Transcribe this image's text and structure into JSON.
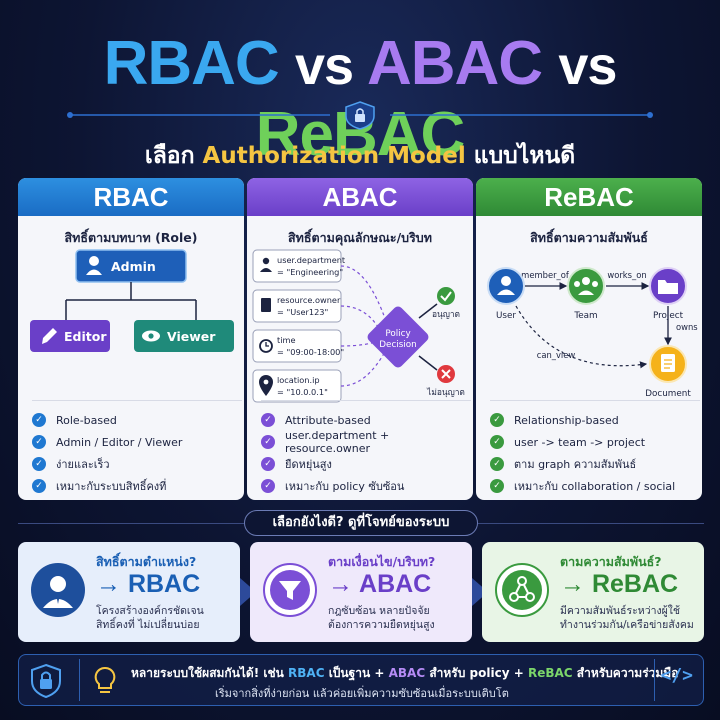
{
  "title": {
    "rbac": "RBAC",
    "vs1": "vs",
    "abac": "ABAC",
    "vs2": "vs",
    "rebac": "ReBAC"
  },
  "subtitle": {
    "pre": "เลือก",
    "highlight": "Authorization Model",
    "post": "แบบไหนดี"
  },
  "rbac": {
    "header": "RBAC",
    "desc": "สิทธิ์ตามบทบาท (Role)",
    "nodes": {
      "admin": "Admin",
      "editor": "Editor",
      "viewer": "Viewer"
    },
    "points": [
      "Role-based",
      "Admin / Editor / Viewer",
      "ง่ายและเร็ว",
      "เหมาะกับระบบสิทธิ์คงที่"
    ]
  },
  "abac": {
    "header": "ABAC",
    "desc": "สิทธิ์ตามคุณลักษณะ/บริบท",
    "attrs": [
      {
        "k": "user.department",
        "v": "= \"Engineering\""
      },
      {
        "k": "resource.owner",
        "v": "= \"User123\""
      },
      {
        "k": "time",
        "v": "= \"09:00-18:00\""
      },
      {
        "k": "location.ip",
        "v": "= \"10.0.0.1\""
      }
    ],
    "policy": [
      "Policy",
      "Decision"
    ],
    "allow": "อนุญาต",
    "deny": "ไม่อนุญาต",
    "points": [
      "Attribute-based",
      "user.department + resource.owner",
      "ยืดหยุ่นสูง",
      "เหมาะกับ policy ซับซ้อน"
    ]
  },
  "rebac": {
    "header": "ReBAC",
    "desc": "สิทธิ์ตามความสัมพันธ์",
    "nodes": {
      "user": "User",
      "team": "Team",
      "project": "Project",
      "document": "Document"
    },
    "edges": {
      "member_of": "member_of",
      "works_on": "works_on",
      "owns": "owns",
      "can_view": "can_view"
    },
    "points": [
      "Relationship-based",
      "user -> team -> project",
      "ตาม graph ความสัมพันธ์",
      "เหมาะกับ collaboration / social"
    ]
  },
  "question": "เลือกยังไงดี? ดูที่โจทย์ของระบบ",
  "cards": [
    {
      "q": "สิทธิ์ตามตำแหน่ง?",
      "a": "→ RBAC",
      "d1": "โครงสร้างองค์กรชัดเจน",
      "d2": "สิทธิ์คงที่ ไม่เปลี่ยนบ่อย"
    },
    {
      "q": "ตามเงื่อนไข/บริบท?",
      "a": "→ ABAC",
      "d1": "กฎซับซ้อน หลายปัจจัย",
      "d2": "ต้องการความยืดหยุ่นสูง"
    },
    {
      "q": "ตามความสัมพันธ์?",
      "a": "→ ReBAC",
      "d1": "มีความสัมพันธ์ระหว่างผู้ใช้",
      "d2": "ทำงานร่วมกัน/เครือข่ายสังคม"
    }
  ],
  "footer": {
    "l1a": "หลายระบบใช้ผสมกันได้! เช่น",
    "l1b": "RBAC",
    "l1c": "เป็นฐาน +",
    "l1d": "ABAC",
    "l1e": "สำหรับ policy +",
    "l1f": "ReBAC",
    "l1g": "สำหรับความร่วมมือ",
    "l2": "เริ่มจากสิ่งที่ง่ายก่อน แล้วค่อยเพิ่มความซับซ้อนเมื่อระบบเติบโต"
  },
  "colors": {
    "rbac": "#1f78d1",
    "abac": "#7b4fd6",
    "rebac": "#3a9a3f",
    "accent": "#f5c542"
  }
}
